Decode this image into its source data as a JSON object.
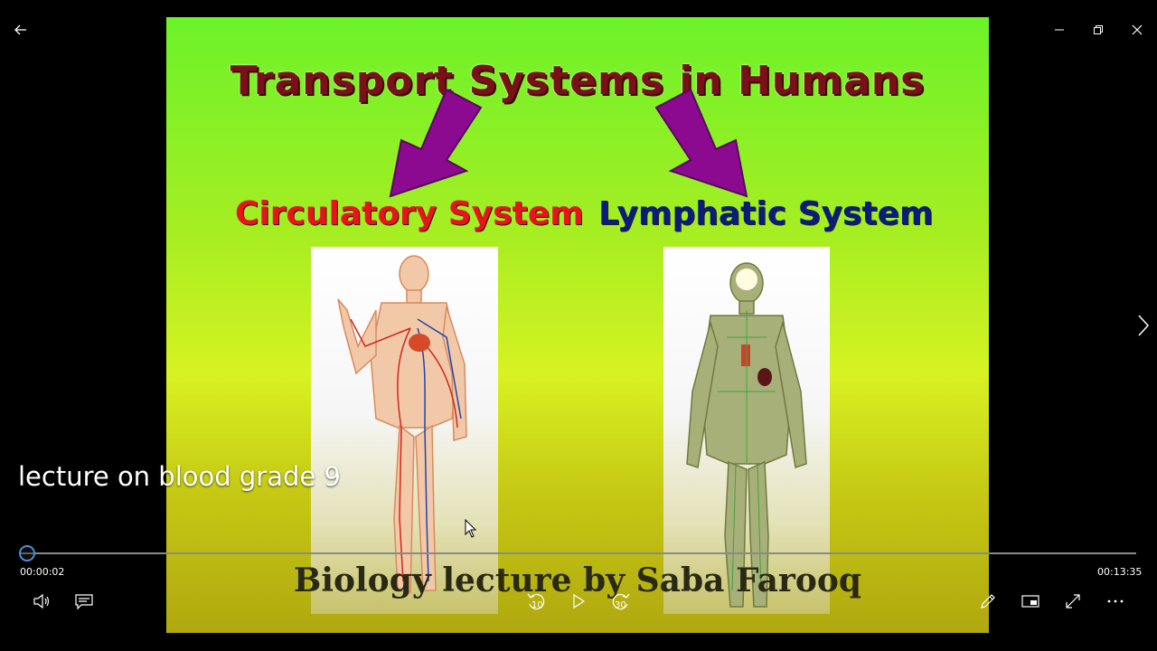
{
  "video": {
    "title": "lecture on blood grade 9",
    "elapsed": "00:00:02",
    "total": "00:13:35",
    "progress_fraction": 0.0025
  },
  "slide": {
    "heading": "Transport Systems in Humans",
    "left_label": "Circulatory System",
    "right_label": "Lymphatic System",
    "credit": "Biology  lecture by Saba Farooq"
  },
  "controls": {
    "back_icon": "back-arrow-icon",
    "next_icon": "chevron-right-icon",
    "volume_icon": "volume-icon",
    "captions_icon": "captions-icon",
    "skip_back_seconds": "10",
    "skip_forward_seconds": "30",
    "play_icon": "play-icon",
    "edit_icon": "pencil-icon",
    "miniview_icon": "mini-view-icon",
    "fullscreen_icon": "fullscreen-icon",
    "more_icon": "more-icon"
  },
  "colors": {
    "accent": "#4c8fd6",
    "heading": "#7a1118",
    "circulatory": "#e8131b",
    "lymphatic": "#0b1c7a",
    "arrow": "#8b0a8f"
  }
}
